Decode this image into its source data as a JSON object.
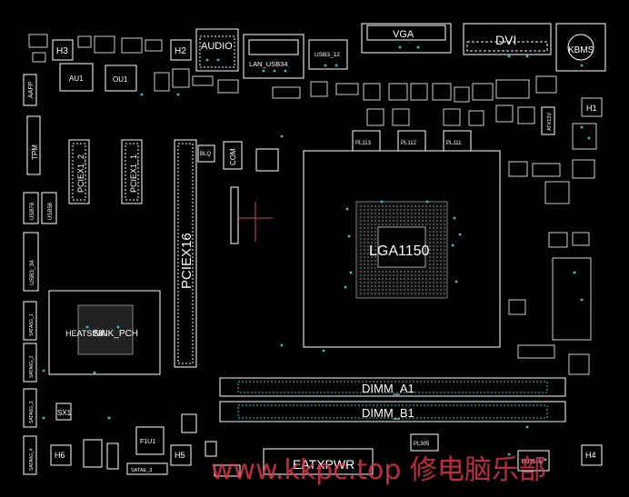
{
  "colors": {
    "background": "#000000",
    "outline": "#ffffff",
    "pad_accent": "#2ec4c4",
    "crosshair": "#c05050",
    "watermark": "#e0364b"
  },
  "labels": {
    "h3": "H3",
    "h2": "H2",
    "audio": "AUDIO",
    "vga": "VGA",
    "dvi": "DVI",
    "kbms": "KBMS",
    "au1": "AU1",
    "ou1": "OU1",
    "lan_usb34": "LAN_USB34",
    "usb3_12": "USB3_12",
    "aafp": "AAFP",
    "h1": "H1",
    "atx12v": "ATX12V",
    "pl113": "PL113",
    "pl112": "PL112",
    "pl111": "PL111",
    "tpm": "TPM",
    "pciex1_2": "PCIEX1_2",
    "pciex1_1": "PCIEX1_1",
    "pciex16": "PCIEX16",
    "com": "COM",
    "blq": "BLQ",
    "cpu_socket": "LGA1150",
    "usb78": "USB78",
    "usb56": "USB56",
    "usb3_34": "USB3_34",
    "sata6g_1": "SATA6G_1",
    "sata6g_2": "SATA6G_2",
    "sata6g_3": "SATA6G_3",
    "sata6g_4": "SATA6G_4",
    "heatsink": "HEATSINK",
    "pch": "SINK_PCH",
    "dimm_a1": "DIMM_A1",
    "dimm_b1": "DIMM_B1",
    "sx1": "SX1",
    "h6": "H6",
    "h5": "H5",
    "h4": "H4",
    "f1u1": "F1U1",
    "eatxpwr": "EATXPWR",
    "pl305": "PL305",
    "pu3516": "PU3516",
    "satae_3": "SATAE_3",
    "watermark": "www.kkpc.top 修电脑乐部"
  }
}
